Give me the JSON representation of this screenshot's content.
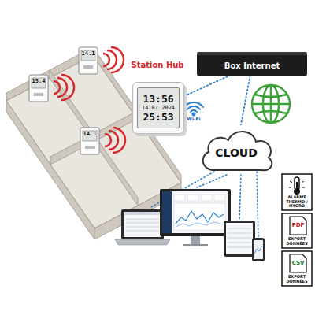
{
  "diagram": {
    "nodes": [
      {
        "text": [
          "Station Hub",
          "13:56",
          "14 07 2024",
          "25:53"
        ]
      },
      {
        "text": [
          "Box Internet"
        ]
      },
      {
        "text": [
          "CLOUD"
        ]
      }
    ],
    "edges": [
      {
        "from": 0,
        "to": 1,
        "arrow": "none"
      },
      {
        "from": 1,
        "to": 2,
        "arrow": "none"
      }
    ],
    "labels": [
      "15.4",
      "14.1",
      "14.1",
      "Wi-Fi",
      "ALARME THERMO / HYGRO",
      "PDF",
      "EXPORT DONNÉES",
      "CSV",
      "EXPORT DONNÉES"
    ]
  }
}
